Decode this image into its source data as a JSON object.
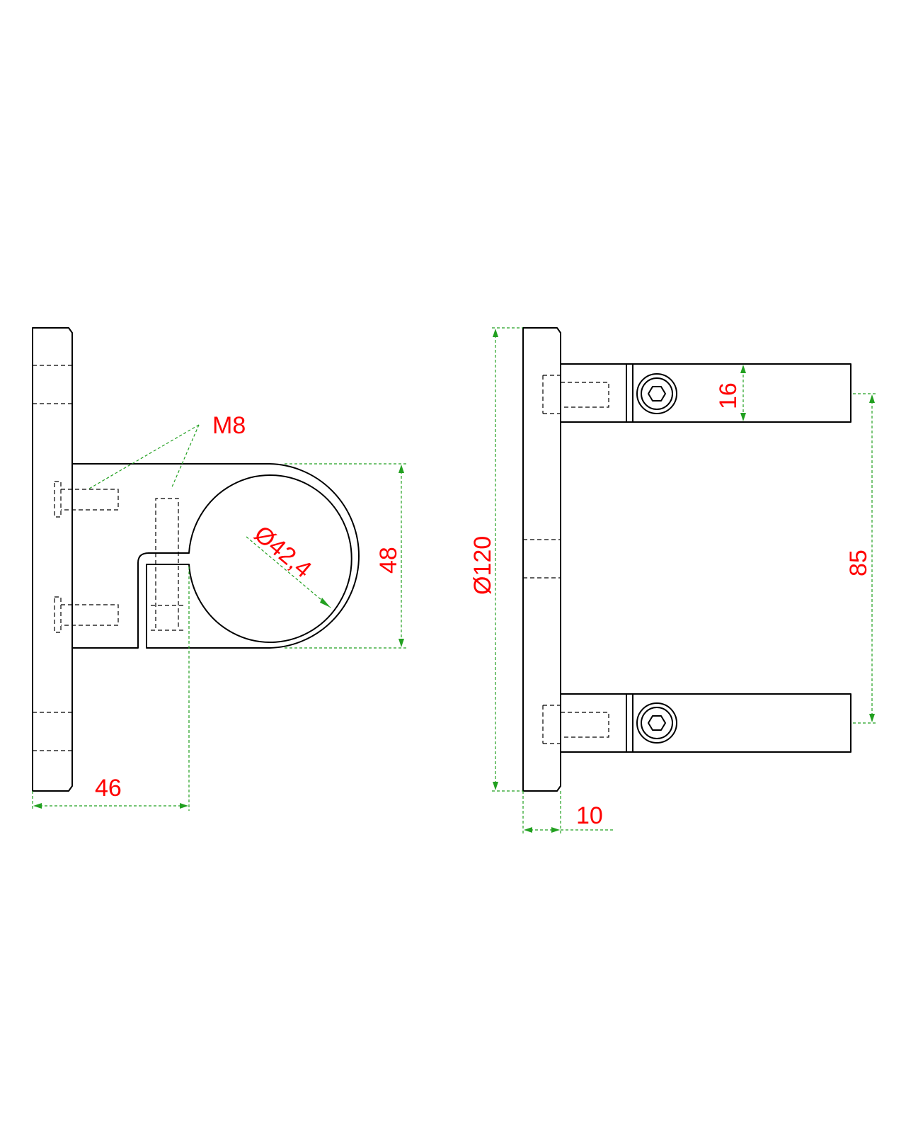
{
  "colors": {
    "outline": "#000000",
    "dimension_line": "#22a020",
    "dimension_text": "#ff0000",
    "background": "#ffffff"
  },
  "side_view": {
    "thread_label": "M8",
    "tube_diameter": "Ø42,4",
    "bracket_height": "48",
    "projection": "46"
  },
  "front_view": {
    "plate_diameter": "Ø120",
    "arm_height": "16",
    "arm_spacing": "85",
    "plate_thickness": "10"
  },
  "icons": [
    "hex-socket-screw-icon",
    "hex-socket-screw-icon"
  ]
}
